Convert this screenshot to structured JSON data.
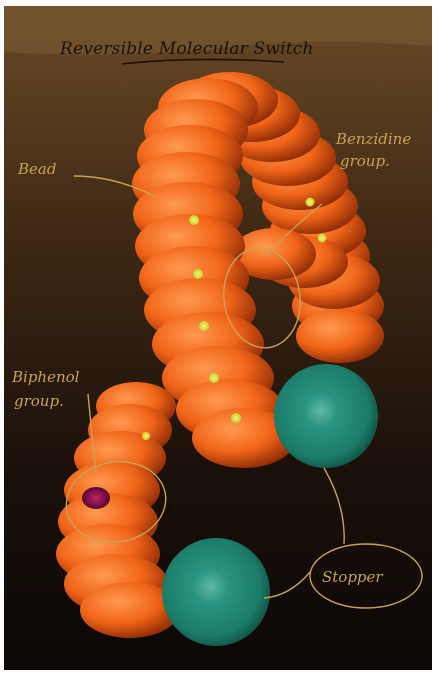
{
  "title": "Reversible Molecular Switch",
  "labels": {
    "bead": "Bead",
    "benzidine_line1": "Benzidine",
    "benzidine_line2": "group.",
    "biphenol_line1": "Biphenol",
    "biphenol_line2": "group.",
    "stopper": "Stopper"
  },
  "colors": {
    "background_top": "#6a4a26",
    "background_bottom": "#0c0805",
    "bead": "#f06418",
    "bead_highlight": "#d8e032",
    "stopper": "#1b7c68",
    "annotation": "#c9a255"
  },
  "icons": {
    "bead": "orange-sphere",
    "stopper": "teal-sphere"
  }
}
